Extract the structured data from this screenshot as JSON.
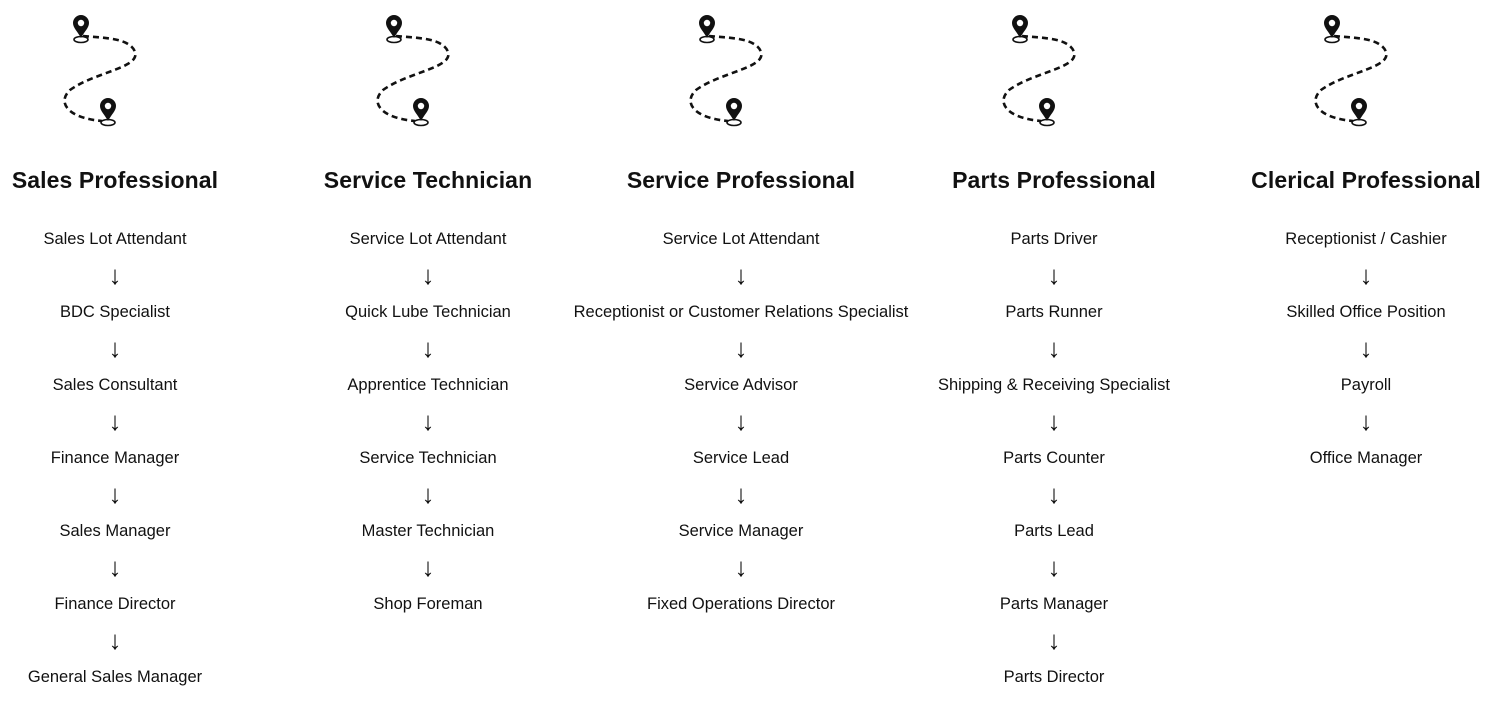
{
  "icon_name": "route-map-icon",
  "arrow_glyph": "↓",
  "columns": [
    {
      "title": "Sales Professional",
      "steps": [
        "Sales Lot Attendant",
        "BDC Specialist",
        "Sales Consultant",
        "Finance Manager",
        "Sales Manager",
        "Finance Director",
        "General Sales Manager"
      ]
    },
    {
      "title": "Service Technician",
      "steps": [
        "Service Lot Attendant",
        "Quick Lube Technician",
        "Apprentice Technician",
        "Service Technician",
        "Master Technician",
        "Shop Foreman"
      ]
    },
    {
      "title": "Service Professional",
      "steps": [
        "Service Lot Attendant",
        "Receptionist or Customer Relations Specialist",
        "Service Advisor",
        "Service Lead",
        "Service Manager",
        "Fixed Operations Director"
      ]
    },
    {
      "title": "Parts Professional",
      "steps": [
        "Parts Driver",
        "Parts Runner",
        "Shipping & Receiving Specialist",
        "Parts Counter",
        "Parts Lead",
        "Parts Manager",
        "Parts Director"
      ]
    },
    {
      "title": "Clerical Professional",
      "steps": [
        "Receptionist / Cashier",
        "Skilled Office Position",
        "Payroll",
        "Office Manager"
      ]
    }
  ]
}
